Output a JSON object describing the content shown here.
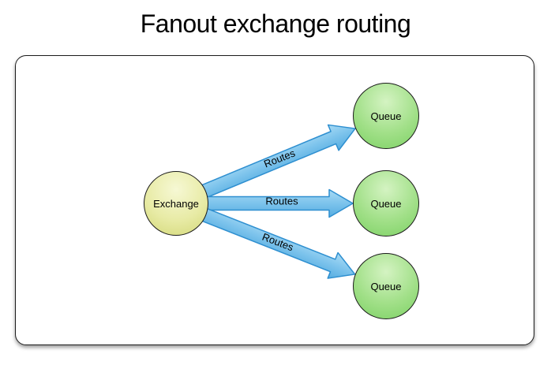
{
  "title": "Fanout exchange routing",
  "diagram": {
    "exchange": {
      "label": "Exchange"
    },
    "queues": [
      {
        "label": "Queue"
      },
      {
        "label": "Queue"
      },
      {
        "label": "Queue"
      }
    ],
    "routes": [
      {
        "label": "Routes"
      },
      {
        "label": "Routes"
      },
      {
        "label": "Routes"
      }
    ],
    "colors": {
      "exchange_fill_light": "#F6F8D4",
      "exchange_fill_dark": "#D3D878",
      "queue_fill_light": "#D4F3C2",
      "queue_fill_dark": "#7CD164",
      "arrow_fill_light": "#A9DBF5",
      "arrow_fill_mid": "#7CC3EC",
      "arrow_fill_dark": "#54ACE0",
      "arrow_stroke": "#2E8FD0",
      "node_border": "#1B1B1B",
      "text": "#000000",
      "panel_background": "#FFFFFF"
    }
  }
}
